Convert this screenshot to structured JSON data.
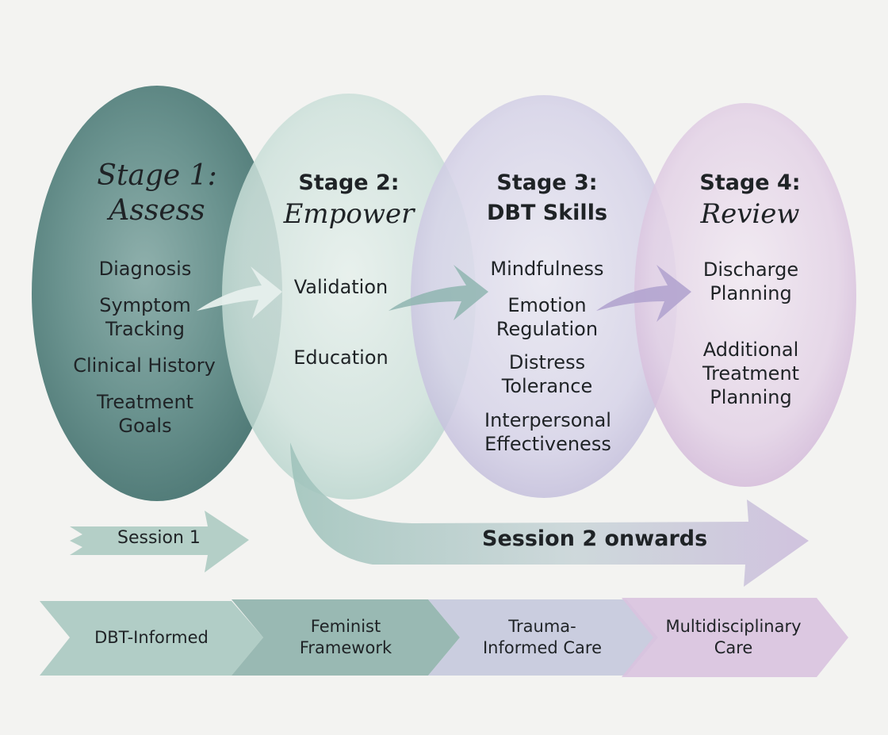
{
  "colors": {
    "teal_dark": "#3f6d6a",
    "teal_light": "#a9ccc4",
    "lavender": "#b9b5d6",
    "purple": "#c8a8d2",
    "background": "#f3f3f1",
    "text": "#1f2326"
  },
  "stages": [
    {
      "title": "Stage 1:",
      "name": "Assess",
      "items": [
        "Diagnosis",
        "Symptom\nTracking",
        "Clinical History",
        "Treatment\nGoals"
      ]
    },
    {
      "title": "Stage 2:",
      "name": "Empower",
      "items": [
        "Validation",
        "Education"
      ]
    },
    {
      "title": "Stage 3:",
      "name": "DBT Skills",
      "items": [
        "Mindfulness",
        "Emotion\nRegulation",
        "Distress\nTolerance",
        "Interpersonal\nEffectiveness"
      ]
    },
    {
      "title": "Stage 4:",
      "name": "Review",
      "items": [
        "Discharge\nPlanning",
        "Additional\nTreatment\nPlanning"
      ]
    }
  ],
  "sessions": {
    "first": "Session 1",
    "onwards": "Session 2 onwards"
  },
  "frameworks": [
    "DBT-Informed",
    "Feminist\nFramework",
    "Trauma-\nInformed Care",
    "Multidisciplinary\nCare"
  ]
}
